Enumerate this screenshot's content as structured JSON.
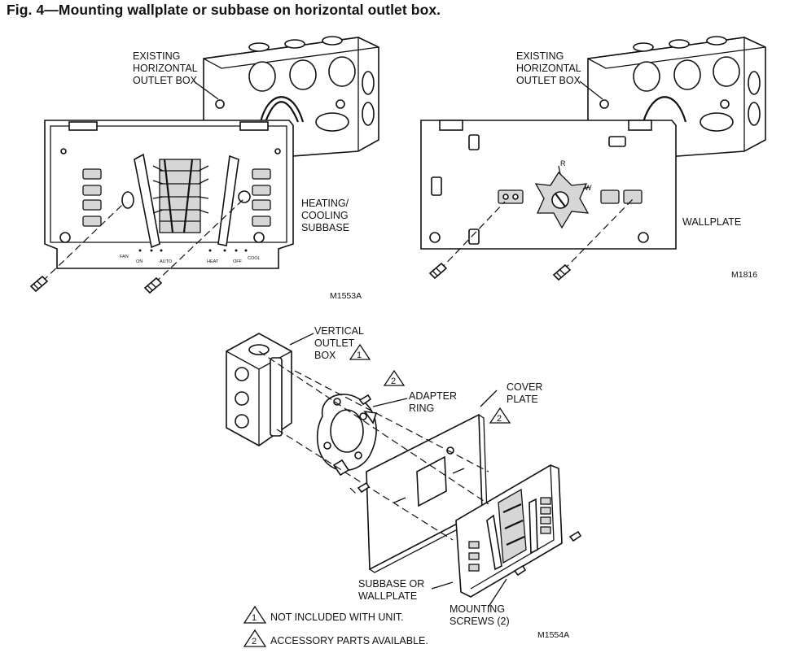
{
  "figure": {
    "title": "Fig. 4—Mounting wallplate or subbase on horizontal outlet box."
  },
  "panel_subbase": {
    "label_box": [
      "EXISTING",
      "HORIZONTAL",
      "OUTLET BOX"
    ],
    "label_subbase": [
      "HEATING/",
      "COOLING",
      "SUBBASE"
    ],
    "switch_labels": {
      "fan": "FAN",
      "on": "ON",
      "auto": "AUTO",
      "heat": "HEAT",
      "off": "OFF",
      "cool": "COOL"
    },
    "code": "M1553A"
  },
  "panel_wallplate": {
    "label_box": [
      "EXISTING",
      "HORIZONTAL",
      "OUTLET BOX"
    ],
    "label_wallplate": "WALLPLATE",
    "terminal_r": "R",
    "terminal_w": "W",
    "code": "M1816"
  },
  "panel_vertical": {
    "label_vertical_box": [
      "VERTICAL",
      "OUTLET",
      "BOX"
    ],
    "label_adapter": [
      "ADAPTER",
      "RING"
    ],
    "label_cover": [
      "COVER",
      "PLATE"
    ],
    "label_subbase": [
      "SUBBASE OR",
      "WALLPLATE"
    ],
    "label_screws": [
      "MOUNTING",
      "SCREWS (2)"
    ],
    "markers": {
      "one": "1",
      "two": "2"
    },
    "code": "M1554A"
  },
  "legend": [
    {
      "number": "1",
      "text": "NOT INCLUDED WITH UNIT."
    },
    {
      "number": "2",
      "text": "ACCESSORY PARTS AVAILABLE."
    }
  ]
}
